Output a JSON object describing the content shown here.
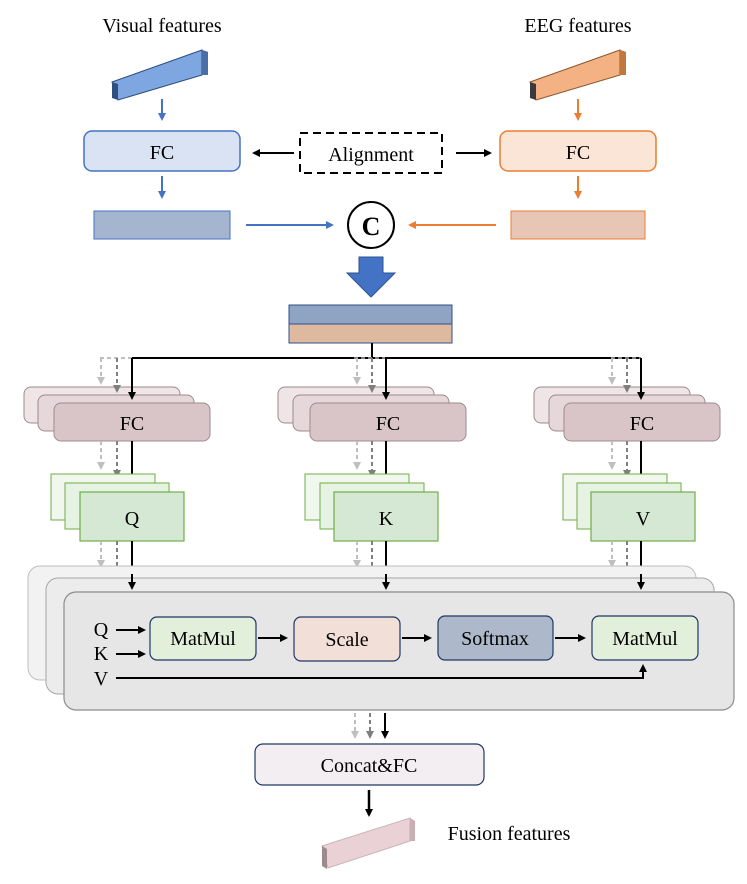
{
  "inputs": {
    "visual_label": "Visual features",
    "eeg_label": "EEG features"
  },
  "fc_top": {
    "left_label": "FC",
    "right_label": "FC",
    "alignment_label": "Alignment"
  },
  "concat_symbol": "C",
  "heads": [
    {
      "fc_label": "FC",
      "proj_label": "Q"
    },
    {
      "fc_label": "FC",
      "proj_label": "K"
    },
    {
      "fc_label": "FC",
      "proj_label": "V"
    }
  ],
  "attention": {
    "q_label": "Q",
    "k_label": "K",
    "v_label": "V",
    "matmul1_label": "MatMul",
    "scale_label": "Scale",
    "softmax_label": "Softmax",
    "matmul2_label": "MatMul"
  },
  "concat_fc_label": "Concat&FC",
  "fusion_label": "Fusion features",
  "colors": {
    "visual": "#7ea6e0",
    "visual_fc": "#dae3f3",
    "visual_bar": "#a6b5cf",
    "eeg": "#f4b183",
    "eeg_fc": "#fbe5d6",
    "eeg_bar": "#e8c6b5",
    "blue_arrow": "#4472c4",
    "orange_arrow": "#ed7d31",
    "head_fc": "#d9c5c8",
    "proj": "#d5e8d4",
    "proj_border": "#70ad47",
    "panel": "#e7e6e6",
    "matmul": "#e2efda",
    "scale": "#f2e0d8",
    "softmax": "#adb9ca",
    "concat_fc": "#f3eef2",
    "fusion": "#ead1d5"
  }
}
